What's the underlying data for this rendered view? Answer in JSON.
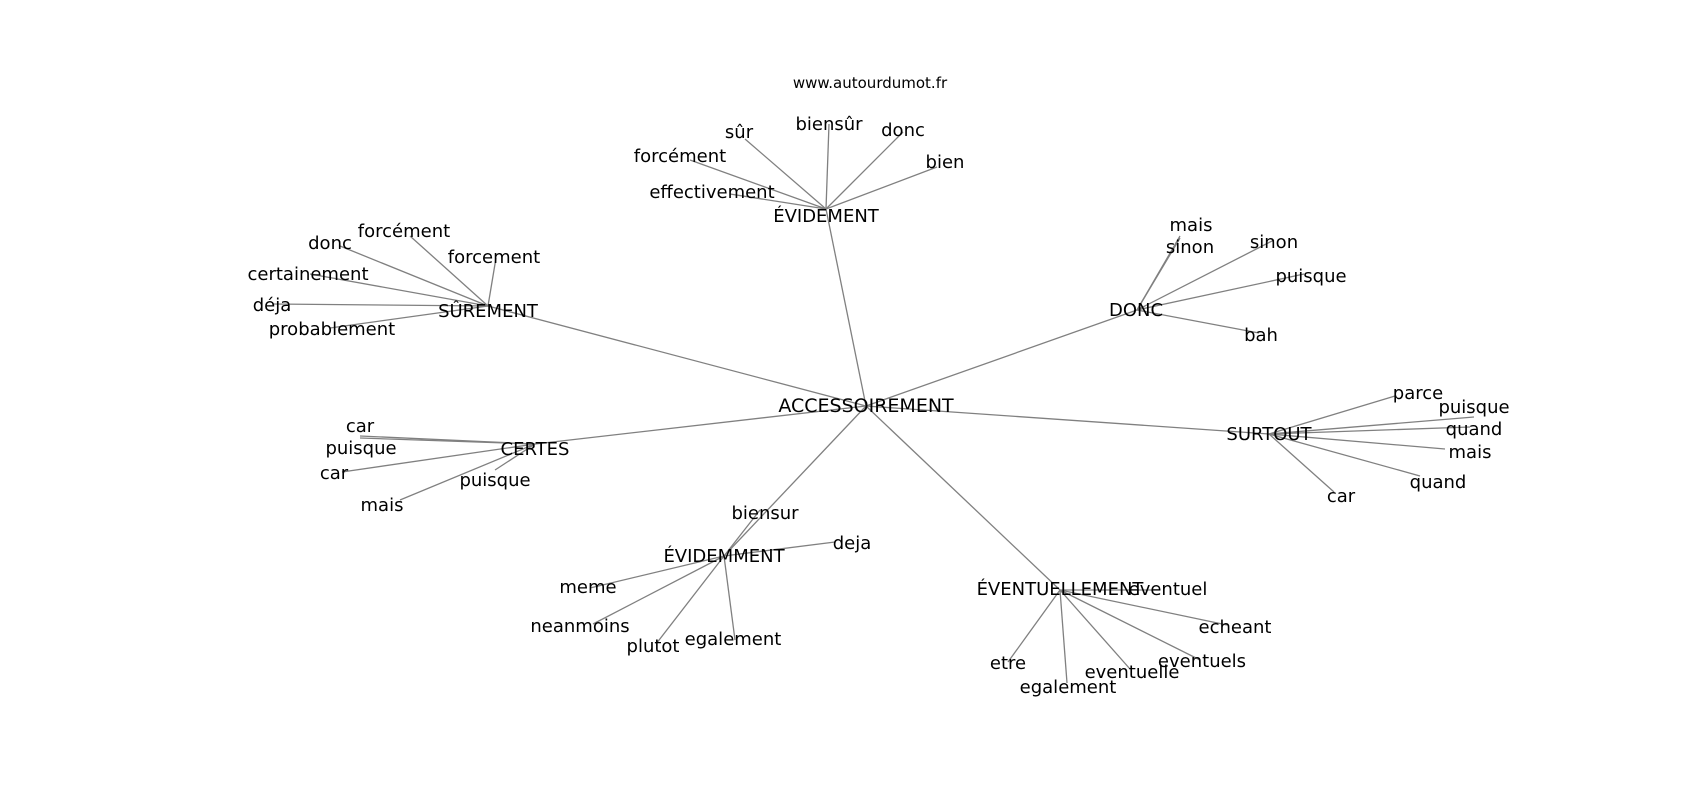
{
  "credit": "www.autourdumot.fr",
  "center": "ACCESSOIREMENT",
  "clusters": [
    {
      "hub": "ÉVIDEMENT",
      "leaves": [
        "sûr",
        "biensûr",
        "donc",
        "forcément",
        "bien",
        "effectivement"
      ]
    },
    {
      "hub": "SÛREMENT",
      "leaves": [
        "forcément",
        "donc",
        "forcement",
        "certainement",
        "déja",
        "probablement"
      ]
    },
    {
      "hub": "DONC",
      "leaves": [
        "mais",
        "sinon",
        "sinon",
        "puisque",
        "bah"
      ]
    },
    {
      "hub": "CERTES",
      "leaves": [
        "car",
        "puisque",
        "car",
        "puisque",
        "mais"
      ]
    },
    {
      "hub": "SURTOUT",
      "leaves": [
        "parce",
        "puisque",
        "quand",
        "mais",
        "quand",
        "car"
      ]
    },
    {
      "hub": "ÉVIDEMMENT",
      "leaves": [
        "biensur",
        "deja",
        "meme",
        "neanmoins",
        "plutot",
        "egalement"
      ]
    },
    {
      "hub": "ÉVENTUELLEMENT",
      "leaves": [
        "eventuel",
        "echeant",
        "eventuels",
        "eventuelle",
        "etre",
        "egalement"
      ]
    }
  ]
}
